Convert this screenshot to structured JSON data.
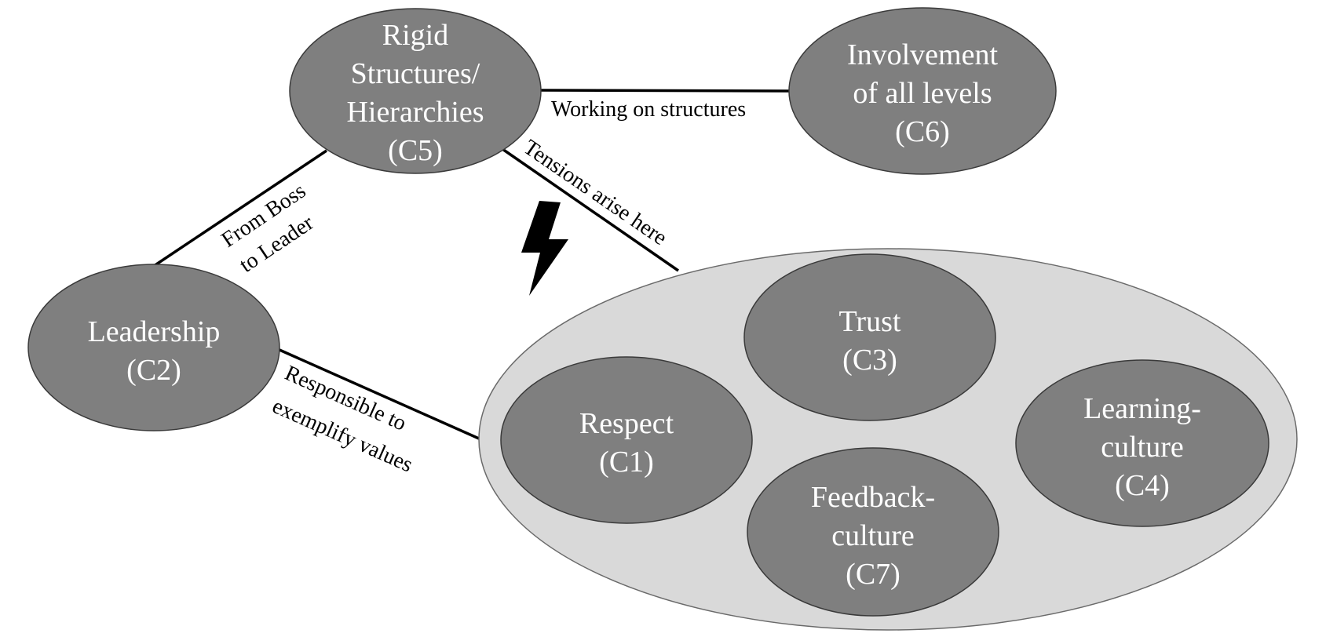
{
  "nodes": {
    "c5": {
      "lines": [
        "Rigid",
        "Structures/",
        "Hierarchies",
        "(C5)"
      ]
    },
    "c6": {
      "lines": [
        "Involvement",
        "of all levels",
        "(C6)"
      ]
    },
    "c2": {
      "lines": [
        "Leadership",
        "(C2)"
      ]
    },
    "c3": {
      "lines": [
        "Trust",
        "(C3)"
      ]
    },
    "c1": {
      "lines": [
        "Respect",
        "(C1)"
      ]
    },
    "c4": {
      "lines": [
        "Learning-",
        "culture",
        "(C4)"
      ]
    },
    "c7": {
      "lines": [
        "Feedback-",
        "culture",
        "(C7)"
      ]
    }
  },
  "edges": {
    "c5_c6": {
      "lines": [
        "Working on structures"
      ]
    },
    "c5_c2": {
      "lines": [
        "From Boss",
        "to Leader"
      ]
    },
    "c5_group": {
      "lines": [
        "Tensions arise here"
      ]
    },
    "c2_group": {
      "lines": [
        "Responsible to",
        "exemplify values"
      ]
    }
  },
  "icons": {
    "tension": "lightning-bolt-icon"
  },
  "colors": {
    "node_fill": "#7f7f7f",
    "group_fill": "#d9d9d9",
    "node_text": "#ffffff",
    "edge": "#000000"
  }
}
